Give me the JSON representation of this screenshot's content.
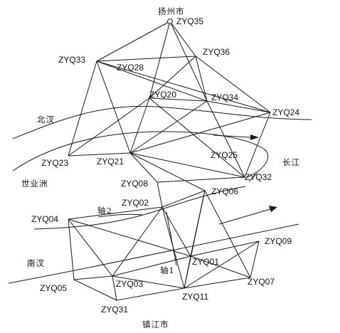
{
  "stations": [
    {
      "id": "ZYQ35",
      "label": "ZYQ35"
    },
    {
      "id": "ZYQ33",
      "label": "ZYQ33"
    },
    {
      "id": "ZYQ36",
      "label": "ZYQ36"
    },
    {
      "id": "ZYQ28",
      "label": "ZYQ28"
    },
    {
      "id": "ZYQ20",
      "label": "ZYQ20"
    },
    {
      "id": "ZYQ34",
      "label": "ZYQ34"
    },
    {
      "id": "ZYQ24",
      "label": "ZYQ24"
    },
    {
      "id": "ZYQ23",
      "label": "ZYQ23"
    },
    {
      "id": "ZYQ21",
      "label": "ZYQ21"
    },
    {
      "id": "ZYQ25",
      "label": "ZYQ25"
    },
    {
      "id": "ZYQ32",
      "label": "ZYQ32"
    },
    {
      "id": "ZYQ08",
      "label": "ZYQ08"
    },
    {
      "id": "ZYQ06",
      "label": "ZYQ06"
    },
    {
      "id": "ZYQ02",
      "label": "ZYQ02"
    },
    {
      "id": "ZYQ04",
      "label": "ZYQ04"
    },
    {
      "id": "ZYQ09",
      "label": "ZYQ09"
    },
    {
      "id": "ZYQ01",
      "label": "ZYQ01"
    },
    {
      "id": "ZYQ05",
      "label": "ZYQ05"
    },
    {
      "id": "ZYQ03",
      "label": "ZYQ03"
    },
    {
      "id": "ZYQ07",
      "label": "ZYQ07"
    },
    {
      "id": "ZYQ11",
      "label": "ZYQ11"
    },
    {
      "id": "ZYQ31",
      "label": "ZYQ31"
    }
  ],
  "edges": [
    [
      "ZYQ35",
      "ZYQ33"
    ],
    [
      "ZYQ35",
      "ZYQ36"
    ],
    [
      "ZYQ35",
      "ZYQ20"
    ],
    [
      "ZYQ35",
      "ZYQ34"
    ],
    [
      "ZYQ33",
      "ZYQ36"
    ],
    [
      "ZYQ33",
      "ZYQ34"
    ],
    [
      "ZYQ33",
      "ZYQ23"
    ],
    [
      "ZYQ33",
      "ZYQ21"
    ],
    [
      "ZYQ33",
      "ZYQ24"
    ],
    [
      "ZYQ36",
      "ZYQ20"
    ],
    [
      "ZYQ36",
      "ZYQ24"
    ],
    [
      "ZYQ36",
      "ZYQ34"
    ],
    [
      "ZYQ20",
      "ZYQ23"
    ],
    [
      "ZYQ20",
      "ZYQ21"
    ],
    [
      "ZYQ20",
      "ZYQ32"
    ],
    [
      "ZYQ20",
      "ZYQ34"
    ],
    [
      "ZYQ34",
      "ZYQ24"
    ],
    [
      "ZYQ34",
      "ZYQ21"
    ],
    [
      "ZYQ34",
      "ZYQ32"
    ],
    [
      "ZYQ24",
      "ZYQ21"
    ],
    [
      "ZYQ24",
      "ZYQ32"
    ],
    [
      "ZYQ23",
      "ZYQ21"
    ],
    [
      "ZYQ21",
      "ZYQ32"
    ],
    [
      "ZYQ21",
      "ZYQ08"
    ],
    [
      "ZYQ21",
      "ZYQ06"
    ],
    [
      "ZYQ08",
      "ZYQ32"
    ],
    [
      "ZYQ08",
      "ZYQ02"
    ],
    [
      "ZYQ06",
      "ZYQ02"
    ],
    [
      "ZYQ06",
      "ZYQ01"
    ],
    [
      "ZYQ06",
      "ZYQ07"
    ],
    [
      "ZYQ06",
      "ZYQ11"
    ],
    [
      "ZYQ02",
      "ZYQ01"
    ],
    [
      "ZYQ02",
      "ZYQ03"
    ],
    [
      "ZYQ02",
      "ZYQ11"
    ],
    [
      "ZYQ04",
      "ZYQ02"
    ],
    [
      "ZYQ04",
      "ZYQ05"
    ],
    [
      "ZYQ04",
      "ZYQ03"
    ],
    [
      "ZYQ04",
      "ZYQ01"
    ],
    [
      "ZYQ09",
      "ZYQ01"
    ],
    [
      "ZYQ09",
      "ZYQ07"
    ],
    [
      "ZYQ09",
      "ZYQ11"
    ],
    [
      "ZYQ01",
      "ZYQ07"
    ],
    [
      "ZYQ01",
      "ZYQ03"
    ],
    [
      "ZYQ01",
      "ZYQ11"
    ],
    [
      "ZYQ05",
      "ZYQ03"
    ],
    [
      "ZYQ05",
      "ZYQ31"
    ],
    [
      "ZYQ03",
      "ZYQ31"
    ],
    [
      "ZYQ03",
      "ZYQ11"
    ],
    [
      "ZYQ31",
      "ZYQ11"
    ],
    [
      "ZYQ11",
      "ZYQ07"
    ]
  ],
  "places": {
    "yangzhou": "扬州市",
    "zhenjiang": "镇江市",
    "beicha": "北汊",
    "nancha": "南汊",
    "shiyezhou": "世业洲",
    "changjiang": "长江"
  },
  "axes": {
    "axis1": "轴1",
    "axis2": "轴2"
  }
}
